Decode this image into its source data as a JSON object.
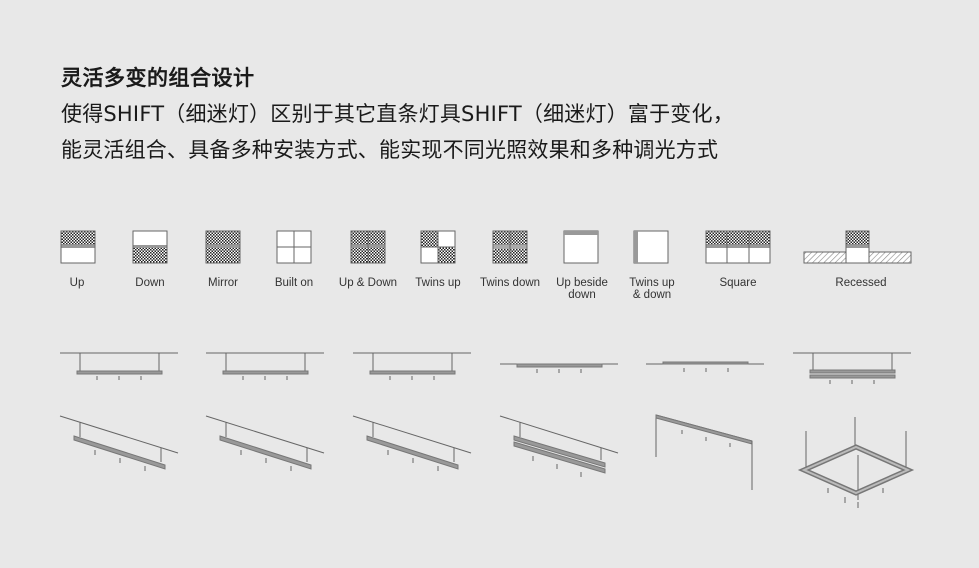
{
  "heading": {
    "title": "灵活多变的组合设计",
    "line1": "使得SHIFT（细迷灯）区别于其它直条灯具SHIFT（细迷灯）富于变化，",
    "line2": "能灵活组合、具备多种安装方式、能实现不同光照效果和多种调光方式"
  },
  "modes": [
    {
      "label": "Up"
    },
    {
      "label": "Down"
    },
    {
      "label": "Mirror"
    },
    {
      "label": "Built on"
    },
    {
      "label": "Up & Down"
    },
    {
      "label": "Twins up"
    },
    {
      "label": "Twins down"
    },
    {
      "label": "Up beside\ndown"
    },
    {
      "label": "Twins up\n& down"
    },
    {
      "label": "Square"
    },
    {
      "label": "Recessed"
    }
  ],
  "colors": {
    "background": "#e8e8e8",
    "line": "#666666",
    "fixture": "#8a8a8a"
  }
}
